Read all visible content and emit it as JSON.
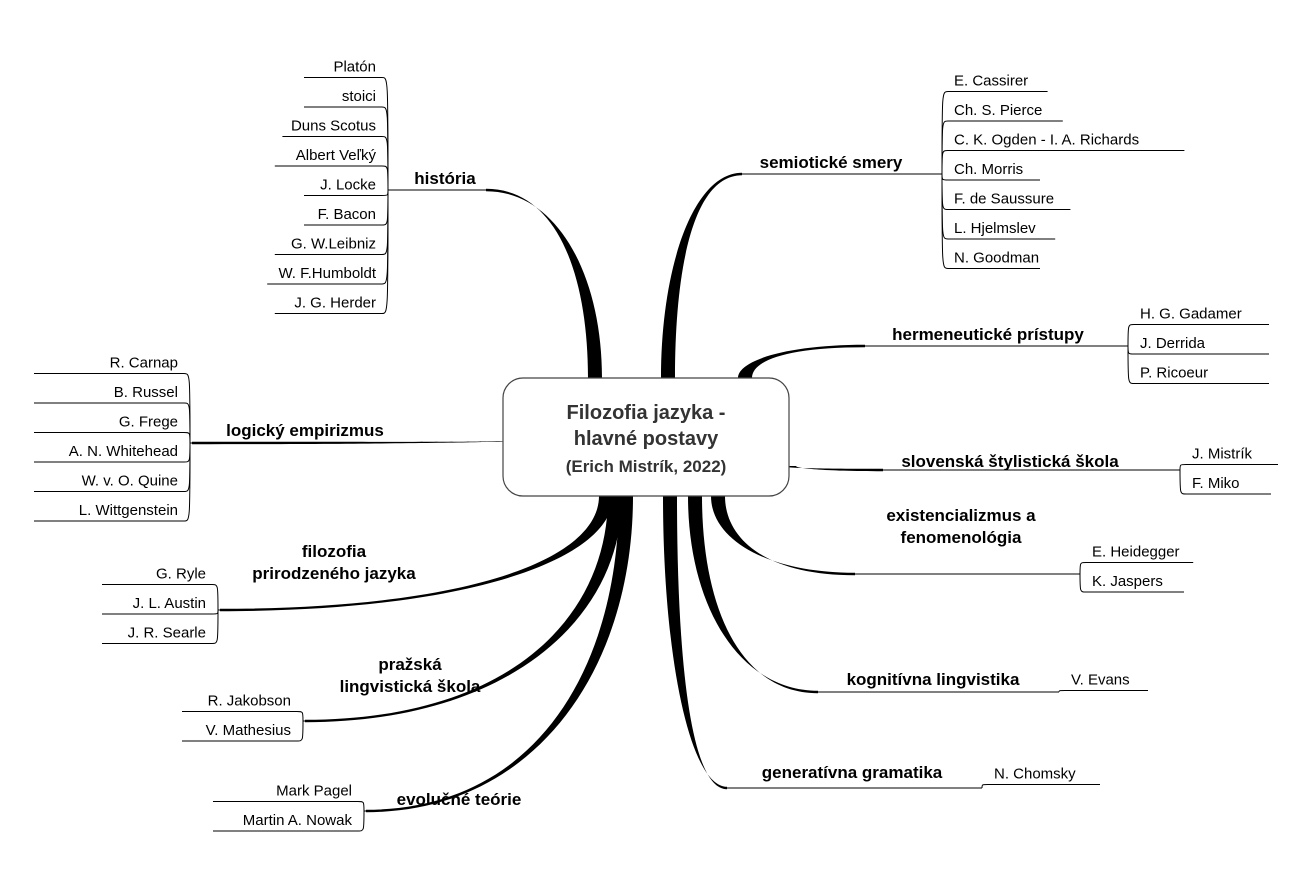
{
  "central": {
    "line1": "Filozofia jazyka -",
    "line2": "hlavné postavy",
    "line3": "(Erich Mistrík, 2022)"
  },
  "topics": [
    {
      "id": "historia",
      "lines": [
        "história"
      ],
      "items": [
        "Platón",
        "stoici",
        "Duns Scotus",
        "Albert Veľký",
        "J. Locke",
        "F. Bacon",
        "G. W.Leibniz",
        "W. F.Humboldt",
        "J. G. Herder"
      ]
    },
    {
      "id": "logicky-empirizmus",
      "lines": [
        "logický empirizmus"
      ],
      "items": [
        "R. Carnap",
        "B. Russel",
        "G. Frege",
        "A. N. Whitehead",
        "W. v. O. Quine",
        "L. Wittgenstein"
      ]
    },
    {
      "id": "filozofia-prirodzeneho-jazyka",
      "lines": [
        "filozofia",
        "prirodzeného jazyka"
      ],
      "items": [
        "G. Ryle",
        "J. L. Austin",
        "J. R. Searle"
      ]
    },
    {
      "id": "prazska-lingvisticka-skola",
      "lines": [
        "pražská",
        "lingvistická škola"
      ],
      "items": [
        "R. Jakobson",
        "V. Mathesius"
      ]
    },
    {
      "id": "evolucne-teorie",
      "lines": [
        "evolučné teórie"
      ],
      "items": [
        "Mark Pagel",
        "Martin A. Nowak"
      ]
    },
    {
      "id": "semioticke-smery",
      "lines": [
        "semiotické smery"
      ],
      "items": [
        "E. Cassirer",
        "Ch. S. Pierce",
        "C. K.  Ogden - I. A. Richards",
        "Ch. Morris",
        "F. de Saussure",
        "L. Hjelmslev",
        "N. Goodman"
      ]
    },
    {
      "id": "hermeneuticke-pristupy",
      "lines": [
        "hermeneutické prístupy"
      ],
      "items": [
        "H. G. Gadamer",
        "J. Derrida",
        "P. Ricoeur"
      ]
    },
    {
      "id": "slovenska-stylisticka-skola",
      "lines": [
        "slovenská štylistická škola"
      ],
      "items": [
        "J. Mistrík",
        "F. Miko"
      ]
    },
    {
      "id": "existencializmus-a-fenomenologia",
      "lines": [
        "existencializmus a",
        "fenomenológia"
      ],
      "items": [
        "E. Heidegger",
        "K. Jaspers"
      ]
    },
    {
      "id": "kognitivna-lingvistika",
      "lines": [
        "kognitívna lingvistika"
      ],
      "items": [
        "V. Evans"
      ]
    },
    {
      "id": "generativna-gramatika",
      "lines": [
        "generatívna gramatika"
      ],
      "items": [
        "N. Chomsky"
      ]
    }
  ]
}
